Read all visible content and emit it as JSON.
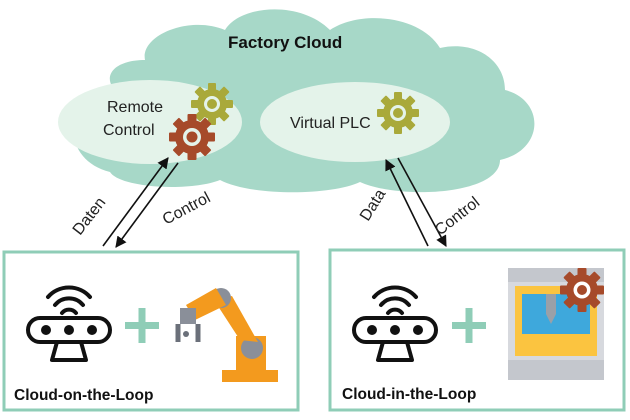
{
  "cloud": {
    "title": "Factory Cloud",
    "left_bubble": {
      "line1": "Remote",
      "line2": "Control"
    },
    "right_bubble": {
      "label": "Virtual PLC"
    }
  },
  "arrows": {
    "left_up": "Daten",
    "left_down": "Control",
    "right_up": "Data",
    "right_down": "Control"
  },
  "boxes": {
    "left": {
      "title": "Cloud-on-the-Loop"
    },
    "right": {
      "title": "Cloud-in-the-Loop"
    }
  },
  "colors": {
    "cloud_fill": "#a7d8c8",
    "bubble_fill": "#e4f3ea",
    "box_border": "#8fcdb7",
    "plus": "#8fcdb7",
    "gear_olive": "#a9a93a",
    "gear_rust": "#a64a2a",
    "robot_orange": "#f39a1e",
    "machine_yellow": "#fbc440",
    "screen_blue": "#3ea8dc"
  },
  "icons": [
    "gear-icon",
    "wifi-icon",
    "conveyor-icon",
    "robot-arm-icon",
    "machine-icon",
    "plus-icon"
  ]
}
